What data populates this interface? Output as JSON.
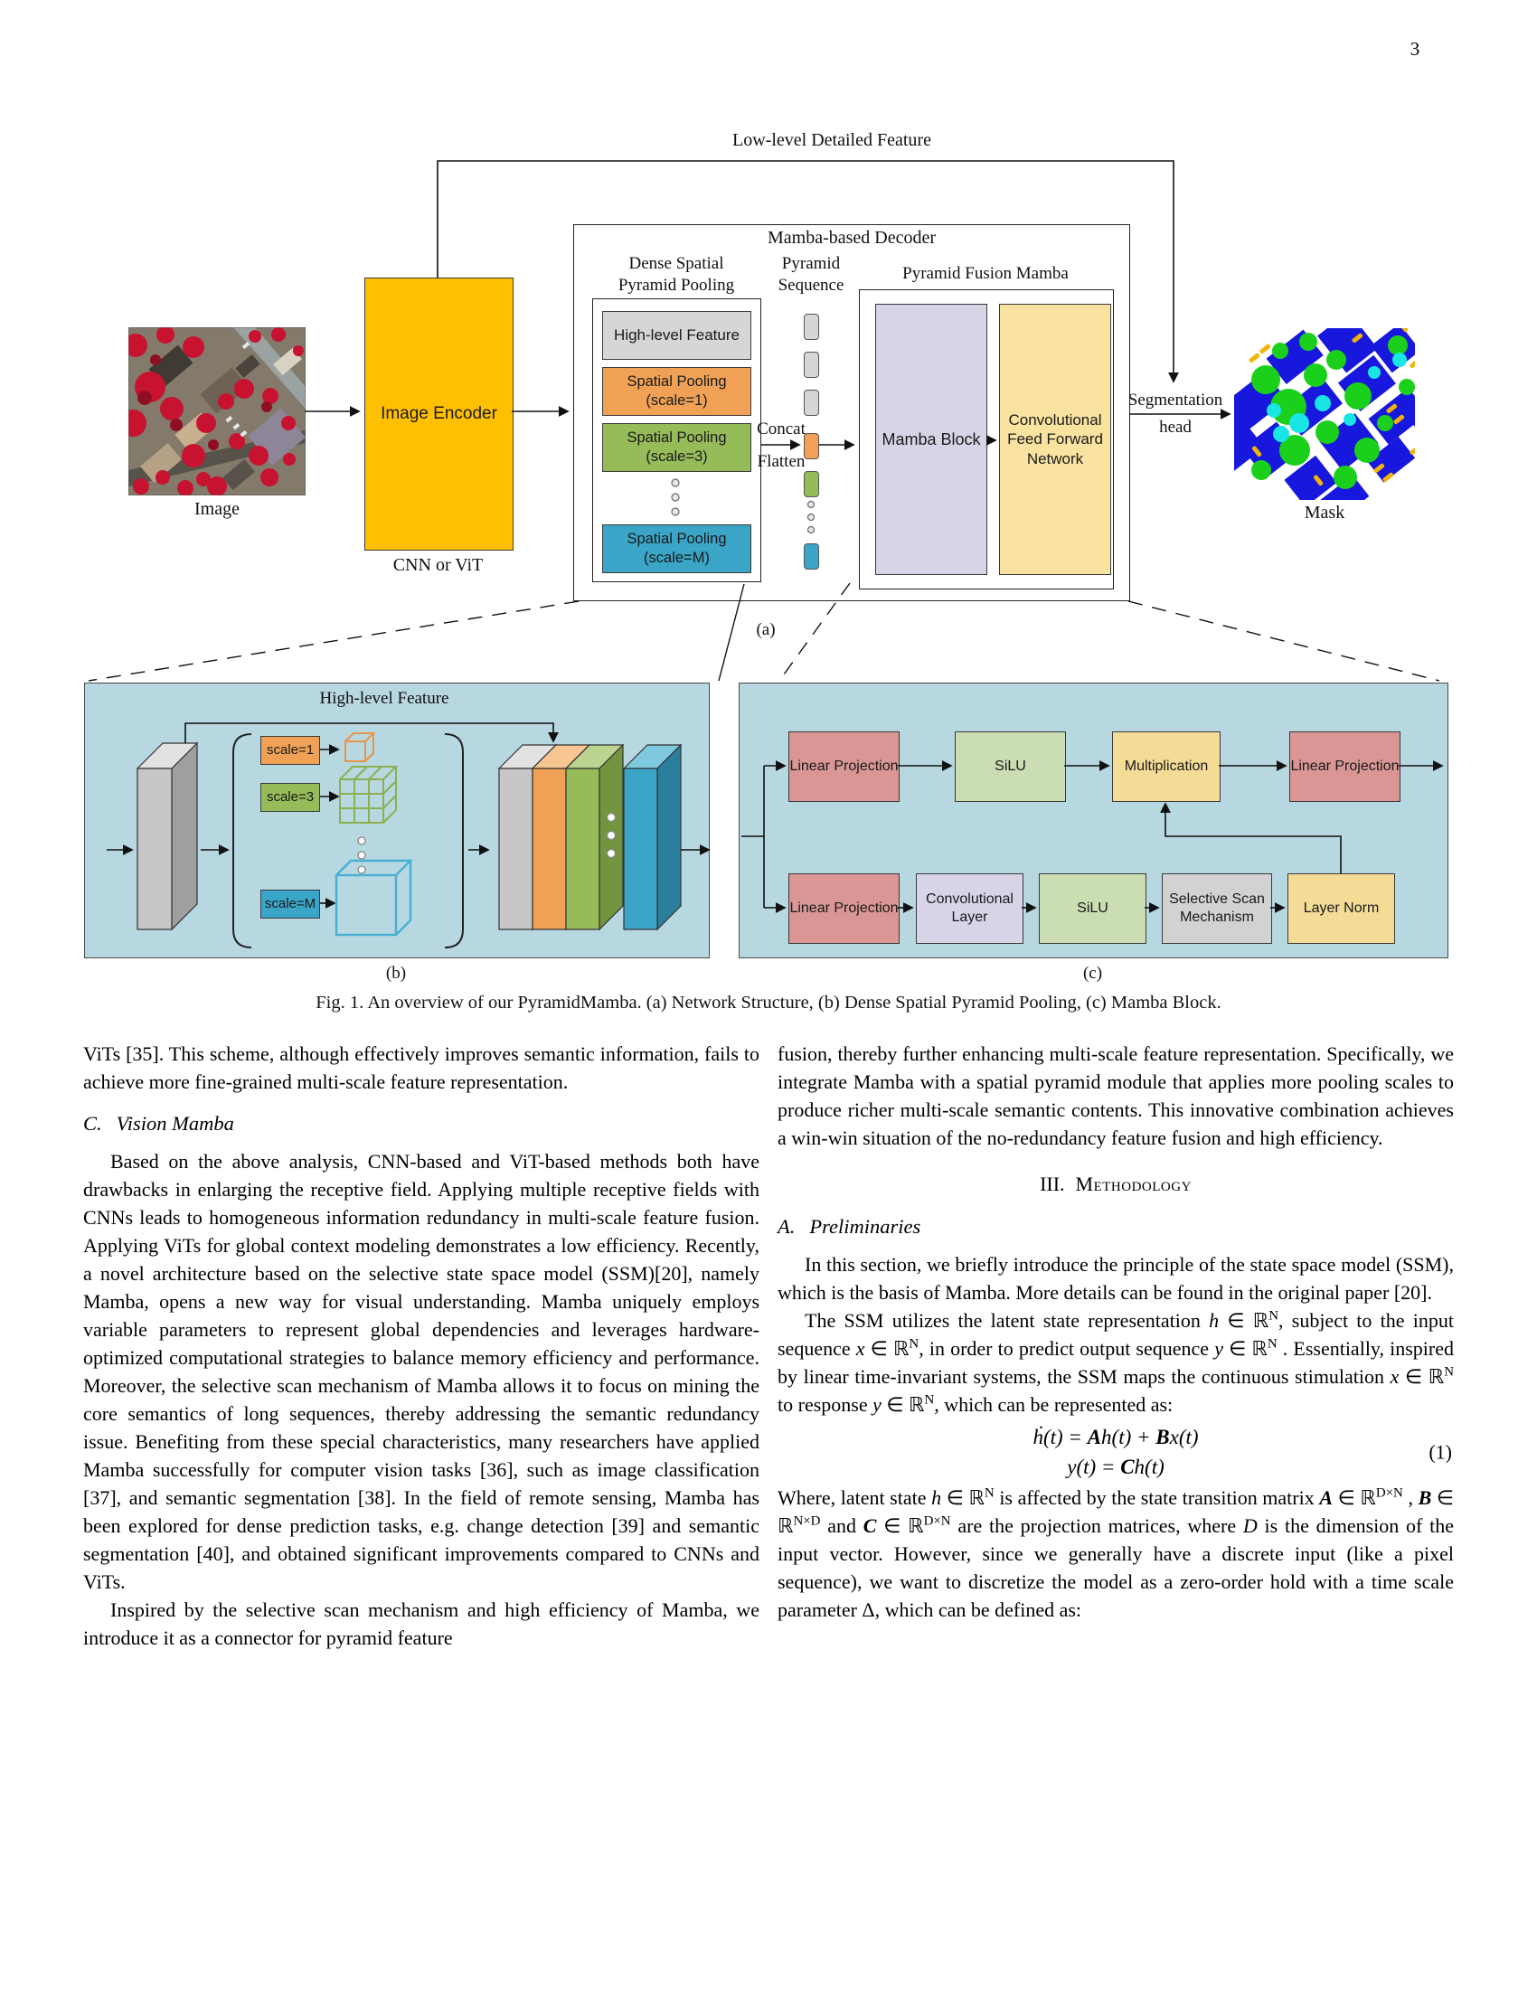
{
  "page": {
    "number": "3"
  },
  "figure": {
    "caption": "Fig. 1. An overview of our PyramidMamba. (a) Network Structure, (b) Dense Spatial Pyramid Pooling, (c) Mamba Block.",
    "labels": {
      "a": "(a)",
      "b": "(b)",
      "c": "(c)"
    },
    "colors": {
      "panel_blue": "#B7D7E1",
      "encoder_orange": "#FFC003",
      "gray_box": "#D6D6D6",
      "pooling_orange": "#F0A155",
      "pooling_green": "#96BB59",
      "pooling_teal": "#3AA5C7",
      "mamba_lavender": "#D9D3E7",
      "cffn_yellow": "#FAE3A0",
      "pink": "#D99694",
      "silu_green": "#CBDDB3",
      "mult_yellow": "#F5DC96",
      "conv_lavender": "#D9D3E8",
      "ssm_gray": "#D2D2D2"
    },
    "a": {
      "low_level_feature": "Low-level Detailed Feature",
      "image_label": "Image",
      "encoder_label": "Image Encoder",
      "encoder_caption": "CNN or ViT",
      "decoder_title": "Mamba-based Decoder",
      "dspp_title_line1": "Dense Spatial",
      "dspp_title_line2": "Pyramid Pooling",
      "high_level_feature": "High-level Feature",
      "spatial_pooling": "Spatial Pooling",
      "scale1": "(scale=1)",
      "scale3": "(scale=3)",
      "scaleM": "(scale=M)",
      "pyramid_seq_line1": "Pyramid",
      "pyramid_seq_line2": "Sequence",
      "concat": "Concat",
      "flatten": "Flatten",
      "pfm_title": "Pyramid Fusion Mamba",
      "mamba_block": "Mamba Block",
      "cffn": "Convolutional Feed Forward Network",
      "seg_head_line1": "Segmentation",
      "seg_head_line2": "head",
      "mask_label": "Mask"
    },
    "b": {
      "high_level_feature": "High-level Feature",
      "scale1": "scale=1",
      "scale3": "scale=3",
      "scaleM": "scale=M"
    },
    "c": {
      "linear_projection": "Linear Projection",
      "silu": "SiLU",
      "multiplication": "Multiplication",
      "conv_layer": "Convolutional Layer",
      "selective_scan": "Selective Scan Mechanism",
      "layer_norm": "Layer Norm"
    }
  },
  "left_column": {
    "p1": "ViTs [35]. This scheme, although effectively improves semantic information, fails to achieve more fine-grained multi-scale feature representation.",
    "h1_num": "C.",
    "h1_title": "Vision Mamba",
    "p2": "Based on the above analysis, CNN-based and ViT-based methods both have drawbacks in enlarging the receptive field. Applying multiple receptive fields with CNNs leads to homogeneous information redundancy in multi-scale feature fusion. Applying ViTs for global context modeling demonstrates a low efficiency. Recently, a novel architecture based on the selective state space model (SSM)[20], namely Mamba, opens a new way for visual understanding. Mamba uniquely employs variable parameters to represent global dependencies and leverages hardware-optimized computational strategies to balance memory efficiency and performance. Moreover, the selective scan mechanism of Mamba allows it to focus on mining the core semantics of long sequences, thereby addressing the semantic redundancy issue. Benefiting from these special characteristics, many researchers have applied Mamba successfully for computer vision tasks [36], such as image classification [37], and semantic segmentation [38]. In the field of remote sensing, Mamba has been explored for dense prediction tasks, e.g. change detection [39] and semantic segmentation [40], and obtained significant improvements compared to CNNs and ViTs.",
    "p3": "Inspired by the selective scan mechanism and high efficiency of Mamba, we introduce it as a connector for pyramid feature"
  },
  "right_column": {
    "p1": "fusion, thereby further enhancing multi-scale feature representation. Specifically, we integrate Mamba with a spatial pyramid module that applies more pooling scales to produce richer multi-scale semantic contents. This innovative combination achieves a win-win situation of the no-redundancy feature fusion and high efficiency.",
    "h1_num": "III.",
    "h1_title": "Methodology",
    "h2_num": "A.",
    "h2_title": "Preliminaries",
    "p2": "In this section, we briefly introduce the principle of the state space model (SSM), which is the basis of Mamba. More details can be found in the original paper [20].",
    "p3": "The SSM utilizes the latent state representation  _h_ ∈ ℝ^{N}, subject to the input sequence  _x_ ∈ ℝ^{N}, in order to predict output sequence  _y_ ∈ ℝ^{N} . Essentially, inspired by linear time-invariant systems, the SSM maps the continuous stimulation _x_ ∈ ℝ^{N}  to response  _y_ ∈ ℝ^{N}, which can be represented as:",
    "eq_line1": "ḣ(t) = *A*h(t) + *B*x(t)",
    "eq_line2": "y(t) = *C*h(t)",
    "eq_number": "(1)",
    "p4": "Where, latent state  _h_ ∈ ℝ^{N}  is affected by the state transition matrix  *A* ∈ ℝ^{D×N} ,  *B* ∈ ℝ^{N×D}  and  *C* ∈ ℝ^{D×N}  are the projection matrices, where _D_ is the dimension of the input vector. However, since we generally have a discrete input (like a pixel sequence), we want to discretize the model as a zero-order hold with a time scale parameter  Δ, which can be defined as:"
  }
}
